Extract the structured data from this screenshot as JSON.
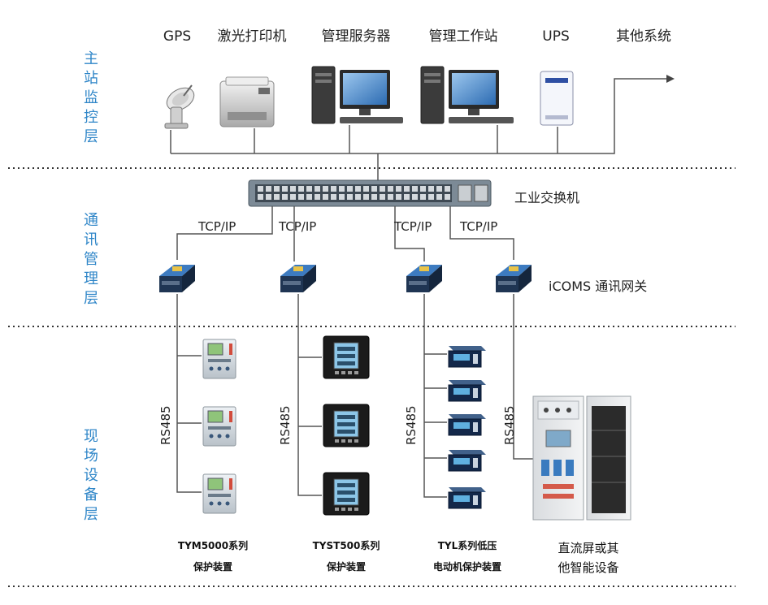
{
  "layers": {
    "station": "主\n站\n监\n控\n层",
    "comm": "通\n讯\n管\n理\n层",
    "field": "现\n场\n设\n备\n层"
  },
  "top_devices": [
    {
      "label": "GPS",
      "icon": "satellite-dish-icon"
    },
    {
      "label": "激光打印机",
      "icon": "laser-printer-icon"
    },
    {
      "label": "管理服务器",
      "icon": "server-computer-icon"
    },
    {
      "label": "管理工作站",
      "icon": "workstation-computer-icon"
    },
    {
      "label": "UPS",
      "icon": "ups-icon"
    },
    {
      "label": "其他系统",
      "icon": "arrow-right-icon"
    }
  ],
  "switch": {
    "label": "工业交换机",
    "icon": "network-switch-icon"
  },
  "links": [
    "TCP/IP",
    "TCP/IP",
    "TCP/IP",
    "TCP/IP"
  ],
  "gateway": {
    "label": "iCOMS 通讯网关",
    "icon": "gateway-icon"
  },
  "bus": [
    "RS485",
    "RS485",
    "RS485",
    "RS485"
  ],
  "field_groups": [
    {
      "line1": "TYM5000系列",
      "line2": "保护装置",
      "icon": "protection-relay-icon"
    },
    {
      "line1": "TYST500系列",
      "line2": "保护装置",
      "icon": "panel-meter-icon"
    },
    {
      "line1": "TYL系列低压",
      "line2": "电动机保护装置",
      "icon": "motor-protector-icon"
    },
    {
      "line1": "直流屏或其",
      "line2": "他智能设备",
      "icon": "dc-cabinet-icon"
    }
  ],
  "colors": {
    "layer_text": "#2f86c8",
    "device_blue": "#1d4f86"
  }
}
